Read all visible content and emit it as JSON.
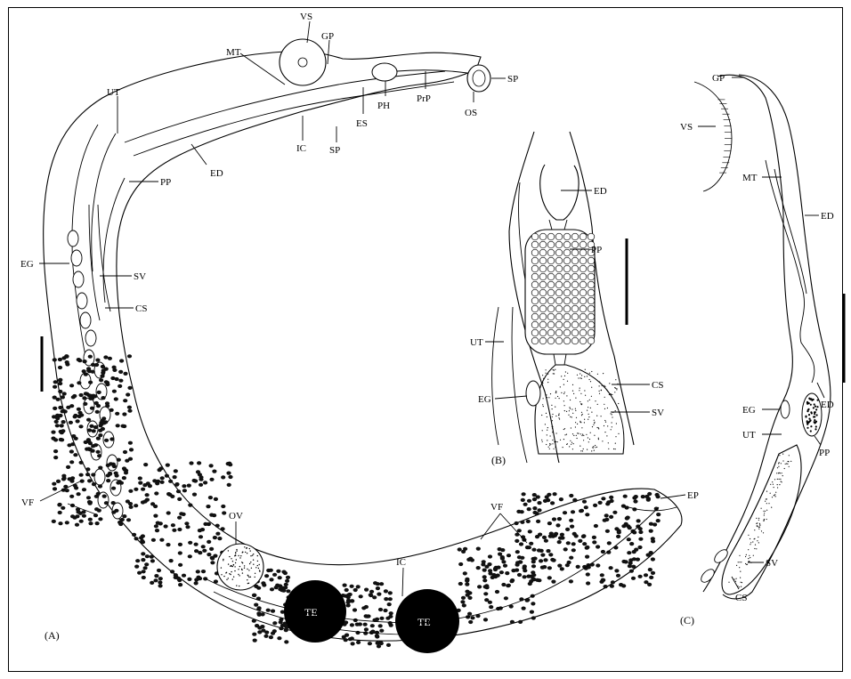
{
  "panels": {
    "A": "(A)",
    "B": "(B)",
    "C": "(C)"
  },
  "labels_a": {
    "VS": "VS",
    "GP": "GP",
    "MT": "MT",
    "UT": "UT",
    "SP_tip": "SP",
    "OS": "OS",
    "PrP": "PrP",
    "PH": "PH",
    "ES": "ES",
    "IC_top": "IC",
    "SP_mid": "SP",
    "ED": "ED",
    "PP": "PP",
    "EG": "EG",
    "SV": "SV",
    "CS": "CS",
    "VF_left": "VF",
    "OV": "OV",
    "IC_bottom": "IC",
    "VF_right": "VF",
    "EP": "EP",
    "TE1": "TE",
    "TE2": "TE"
  },
  "labels_b": {
    "ED": "ED",
    "PP": "PP",
    "UT": "UT",
    "CS": "CS",
    "EG": "EG",
    "SV": "SV"
  },
  "labels_c": {
    "GP": "GP",
    "VS": "VS",
    "MT": "MT",
    "ED_top": "ED",
    "ED_bottom": "ED",
    "EG": "EG",
    "UT": "UT",
    "PP": "PP",
    "SV": "SV",
    "CS": "CS"
  },
  "colors": {
    "ink": "#000000",
    "background": "#ffffff",
    "testis_fill": "#000000"
  }
}
